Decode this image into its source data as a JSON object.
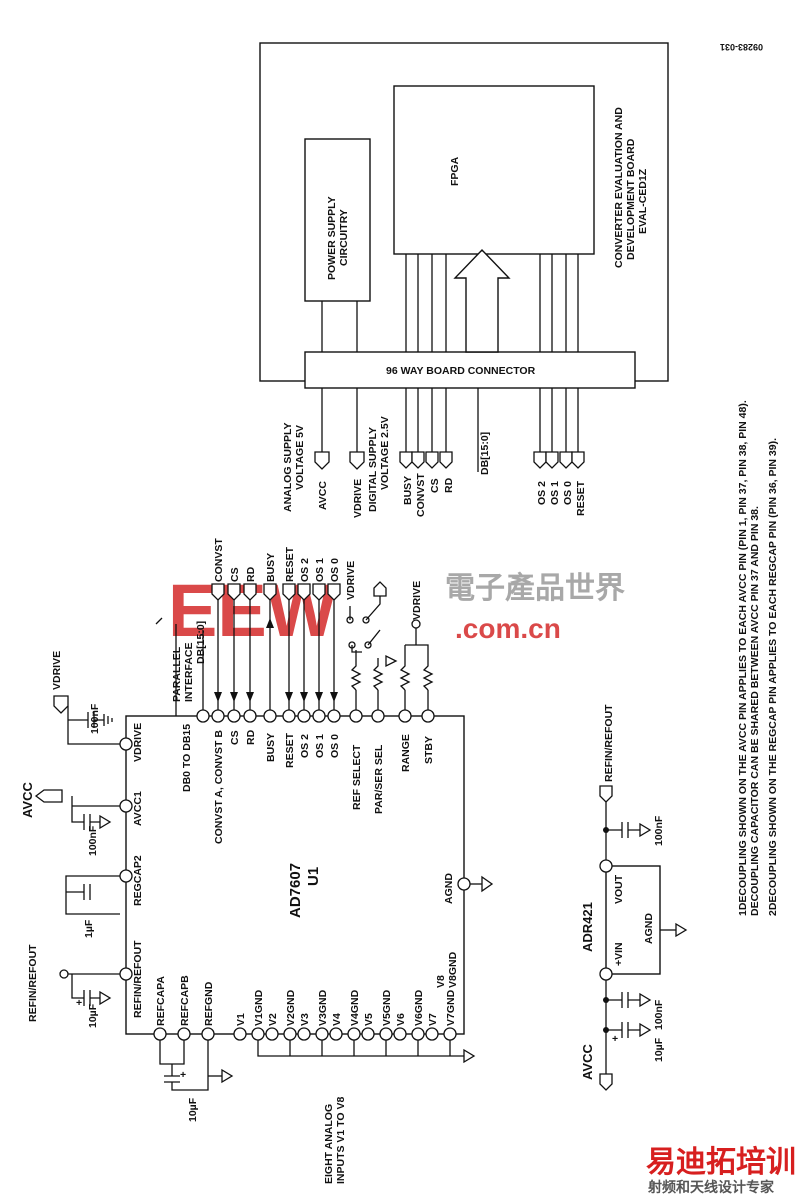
{
  "figure_id": "09283-031",
  "eval_board": {
    "title_lines": [
      "CONVERTER EVALUATION AND",
      "DEVELOPMENT BOARD",
      "EVAL-CED1Z"
    ],
    "fpga": "FPGA",
    "power_supply_lines": [
      "POWER SUPPLY",
      "CIRCUITRY"
    ],
    "connector": "96 WAY BOARD CONNECTOR"
  },
  "connector_signals": {
    "analog_supply_lines": [
      "ANALOG SUPPLY",
      "VOLTAGE 5V"
    ],
    "avcc": "AVCC",
    "vdrive": "VDRIVE",
    "digital_supply_lines": [
      "DIGITAL SUPPLY",
      "VOLTAGE 2.5V"
    ],
    "busy": "BUSY",
    "convst": "CONVST",
    "cs": "CS",
    "rd": "RD",
    "db": "DB[15:0]",
    "os2": "OS 2",
    "os1": "OS 1",
    "os0": "OS 0",
    "reset": "RESET"
  },
  "ad7607": {
    "part": "AD7607",
    "ref": "U1",
    "left_pins": [
      "REFIN/REFOUT",
      "REGCAP2",
      "AVCC1",
      "VDRIVE"
    ],
    "top_pins": [
      "DB0 TO DB15",
      "CONVST A, CONVST B",
      "CS",
      "RD",
      "BUSY",
      "RESET",
      "OS 2",
      "OS 1",
      "OS 0",
      "REF SELECT",
      "PAR/SER SEL",
      "RANGE",
      "STBY"
    ],
    "right_pins": [
      "AGND"
    ],
    "bottom_pins": [
      "REFCAPA",
      "REFCAPB",
      "REFGND",
      "V1",
      "V1GND",
      "V2",
      "V2GND",
      "V3",
      "V3GND",
      "V4",
      "V4GND",
      "V5",
      "V5GND",
      "V6",
      "V6GND",
      "V7",
      "V7GND",
      "V8",
      "V8GND"
    ]
  },
  "parallel_interface": {
    "lines": [
      "PARALLEL",
      "INTERFACE"
    ],
    "bus": "DB[15:0]",
    "signals": [
      "CONVST",
      "CS",
      "RD",
      "BUSY",
      "RESET",
      "OS 2",
      "OS 1",
      "OS 0"
    ],
    "vdrive_top": "VDRIVE",
    "vdrive_mid": "VDRIVE"
  },
  "left_network": {
    "vdrive": "VDRIVE",
    "c_vdrive": "100nF",
    "avcc": "AVCC",
    "c_avcc": "100nF",
    "c_regcap": "1µF",
    "refin_refout": "REFIN/REFOUT",
    "c_ref": "10µF",
    "c_refcap": "10µF",
    "plus": "+"
  },
  "inputs_note_lines": [
    "EIGHT ANALOG",
    "INPUTS V1 TO V8"
  ],
  "adr421": {
    "part": "ADR421",
    "vin": "+VIN",
    "vout": "VOUT",
    "agnd": "AGND",
    "refin_refout": "REFIN/REFOUT",
    "c_out": "100nF",
    "c_in": "100nF",
    "c_bulk": "10µF",
    "avcc": "AVCC",
    "plus": "+"
  },
  "notes": [
    "1DECOUPLING SHOWN ON THE AVCC PIN APPLIES TO EACH AVCC PIN (PIN 1, PIN 37, PIN 38, PIN 48).",
    "DECOUPLING CAPACITOR CAN BE SHARED BETWEEN AVCC PIN 37 AND PIN 38.",
    "2DECOUPLING SHOWN ON THE REGCAP PIN APPLIES TO EACH REGCAP PIN (PIN 36, PIN 39)."
  ],
  "watermarks": {
    "center_logo": "EEW",
    "center_cn": "電子產品世界",
    "center_url": ".com.cn",
    "corner_cn": "易迪拓培训",
    "corner_sub": "射频和天线设计专家"
  },
  "colors": {
    "ink": "#111111",
    "watermark_red": "#d42a2a",
    "watermark_gray": "#9a9a9a",
    "corner_red": "#d71f1f"
  }
}
